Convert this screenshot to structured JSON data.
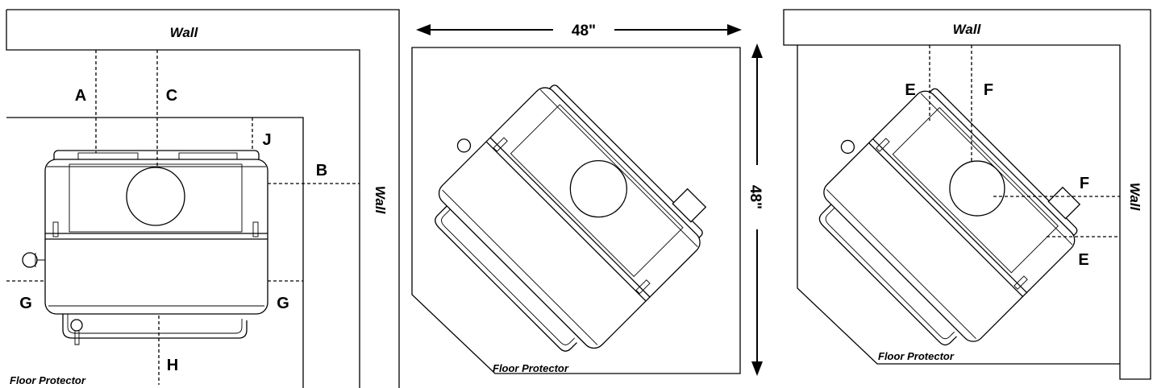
{
  "panel_left": {
    "wall_top_label": "Wall",
    "wall_right_label": "Wall",
    "floor_protector_label": "Floor Protector",
    "clearance_labels": {
      "a": "A",
      "b": "B",
      "c": "C",
      "j": "J",
      "g_left": "G",
      "g_right": "G",
      "h": "H"
    }
  },
  "panel_middle": {
    "width_dimension": "48\"",
    "height_dimension": "48\"",
    "floor_protector_label": "Floor Protector"
  },
  "panel_right": {
    "wall_top_label": "Wall",
    "wall_right_label": "Wall",
    "floor_protector_label": "Floor Protector",
    "clearance_labels": {
      "e_top": "E",
      "f_top": "F",
      "f_right": "F",
      "e_right": "E"
    }
  }
}
